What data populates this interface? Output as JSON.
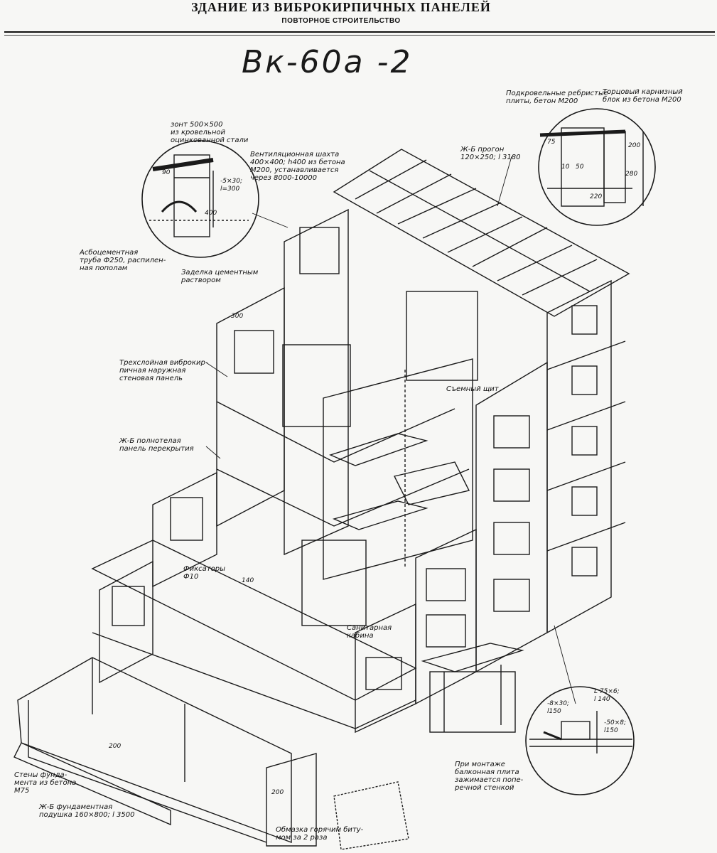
{
  "header": {
    "title": "ЗДАНИЕ ИЗ ВИБРОКИРПИЧНЫХ ПАНЕЛЕЙ",
    "subtitle": "ПОВТОРНОЕ СТРОИТЕЛЬСТВО"
  },
  "handwritten_code": "Вк-60а -2",
  "labels": {
    "zont": "зонт 500×500\nиз кровельной\nоцинкованной стали",
    "vent": "Вентиляционная шахта\n400×400; h400 из бетона\nМ200, устанавливается\nчерез 8000-10000",
    "dim_angle": "-5×30;\nl=300",
    "asbest": "Асбоцементная\nтруба Ф250, распилен-\nная пополам",
    "zadelka": "Заделка цементным\nраствором",
    "podkrov": "Подкровельные ребристые\nплиты, бетон М200",
    "tortsevoy": "Торцовый карнизный\nблок из бетона М200",
    "progon": "Ж-Б прогон\n120×250; l 3180",
    "trehsloy": "Трехслойная виброкир-\nпичная наружная\nстеновая панель",
    "peregorod": "Ж-Б полнотелая\nпанель перекрытия",
    "s_emny": "Съемный щит",
    "fiksatory": "Фиксаторы\nФ10",
    "sanitary": "Санитарная\nкабина",
    "steny_fund": "Стены фунда-\nмента из бетона\nМ75",
    "podushka": "Ж-Б фундаментная\nподушка 160×800; l 3500",
    "obmazka": "Обмазка горячим биту-\nмом за 2 раза",
    "balkon": "При монтаже\nбалконная плита\nзажимается попе-\nречной стенкой",
    "d_8x30": "-8×30;\nl150",
    "d_L75": "L 75×6;\nl 140",
    "d_50x8": "-50×8;\nl150",
    "dim_300": "300",
    "dim_200": "200",
    "dim_200b": "200",
    "dim_140": "140",
    "dim_90": "90",
    "dim_400": "400",
    "dim_75": "75",
    "dim_10": "10",
    "dim_50": "50",
    "dim_220": "220",
    "dim_280": "280",
    "dim_200c": "200"
  }
}
